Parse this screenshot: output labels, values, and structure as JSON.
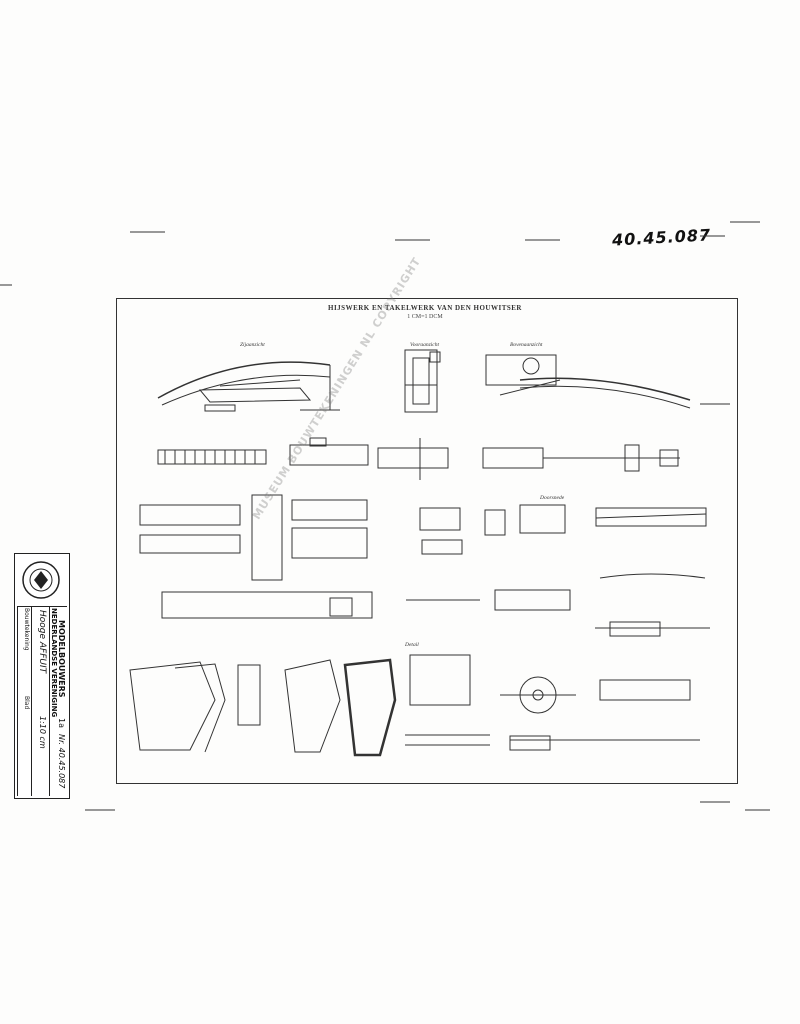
{
  "drawing": {
    "reference_number": "40.45.087",
    "sheet_title": "HIJSWERK EN TAKELWERK VAN DEN HOUWITSER",
    "sheet_subtitle": "1 CM=1 DCM",
    "views": [
      "Zijaanzicht",
      "Bovenaanzicht",
      "Vooraanzicht",
      "Doorsnede",
      "Detail"
    ],
    "watermark": "MUSEUM BOUWTEKENINGEN NL COPYRIGHT"
  },
  "title_block": {
    "organization_line1": "NEDERLANDSE VERENIGING",
    "organization_line2": "MODELBOUWERS",
    "drawing_label": "Bouwtekening",
    "subject": "Hooge AFFUIT",
    "scale": "1:10 cm",
    "number_label": "Nr. 40.45.087",
    "sheet_label": "Blad",
    "sheet_value": "1a"
  },
  "colors": {
    "ink": "#222222",
    "paper": "#fdfdfc",
    "watermark": "#787878"
  }
}
